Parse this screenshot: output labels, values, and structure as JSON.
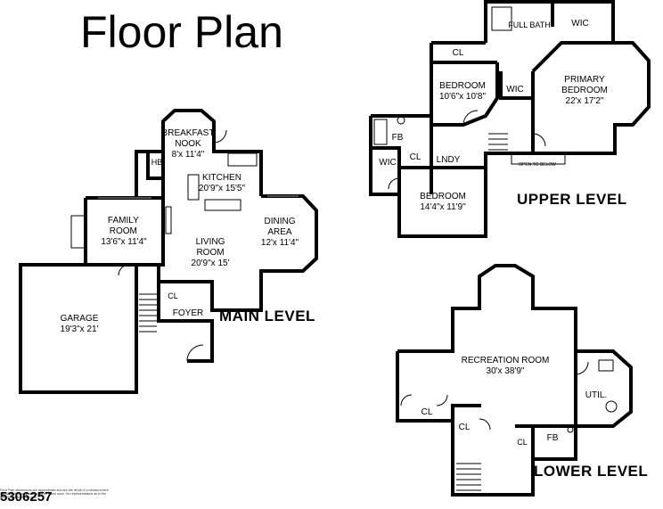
{
  "title": "Floor Plan",
  "listing_id": "5306257",
  "disclaimer": "Floor Plan dimensions are approximate and are the result of a measurement standard. Accuracy should not be relied upon. No representations as to the accuracy of this floor plan.",
  "levels": {
    "main": {
      "label": "MAIN LEVEL",
      "rooms": {
        "breakfast_nook": {
          "name": "BREAKFAST NOOK",
          "size": "8'x 11'4\""
        },
        "hb": {
          "name": "HB"
        },
        "kitchen": {
          "name": "KITCHEN",
          "size": "20'9\"x 15'5\""
        },
        "family_room": {
          "name": "FAMILY ROOM",
          "size": "13'6\"x 11'4\""
        },
        "living_room": {
          "name": "LIVING ROOM",
          "size": "20'9\"x 15'"
        },
        "dining_area": {
          "name": "DINING AREA",
          "size": "12'x 11'4\""
        },
        "cl": {
          "name": "CL"
        },
        "foyer": {
          "name": "FOYER"
        },
        "garage": {
          "name": "GARAGE",
          "size": "19'3\"x 21'"
        }
      }
    },
    "upper": {
      "label": "UPPER LEVEL",
      "rooms": {
        "full_bath": {
          "name": "FULL BATH"
        },
        "wic_top": {
          "name": "WIC"
        },
        "cl": {
          "name": "CL"
        },
        "bedroom_1": {
          "name": "BEDROOM",
          "size": "10'6\"x 10'8\""
        },
        "wic_mid": {
          "name": "WIC"
        },
        "primary_bedroom": {
          "name": "PRIMARY BEDROOM",
          "size": "22'x 17'2\""
        },
        "fb": {
          "name": "FB"
        },
        "wic_left": {
          "name": "WIC"
        },
        "cl_small": {
          "name": "CL"
        },
        "lndy": {
          "name": "LNDY"
        },
        "open_to_below": {
          "name": "OPEN TO BELOW"
        },
        "bedroom_2": {
          "name": "BEDROOM",
          "size": "14'4\"x 11'9\""
        }
      }
    },
    "lower": {
      "label": "LOWER LEVEL",
      "rooms": {
        "recreation_room": {
          "name": "RECREATION ROOM",
          "size": "30'x 38'9\""
        },
        "util": {
          "name": "UTIL."
        },
        "cl_left": {
          "name": "CL"
        },
        "cl_mid": {
          "name": "CL"
        },
        "cl_small": {
          "name": "CL"
        },
        "fb": {
          "name": "FB"
        }
      }
    }
  }
}
